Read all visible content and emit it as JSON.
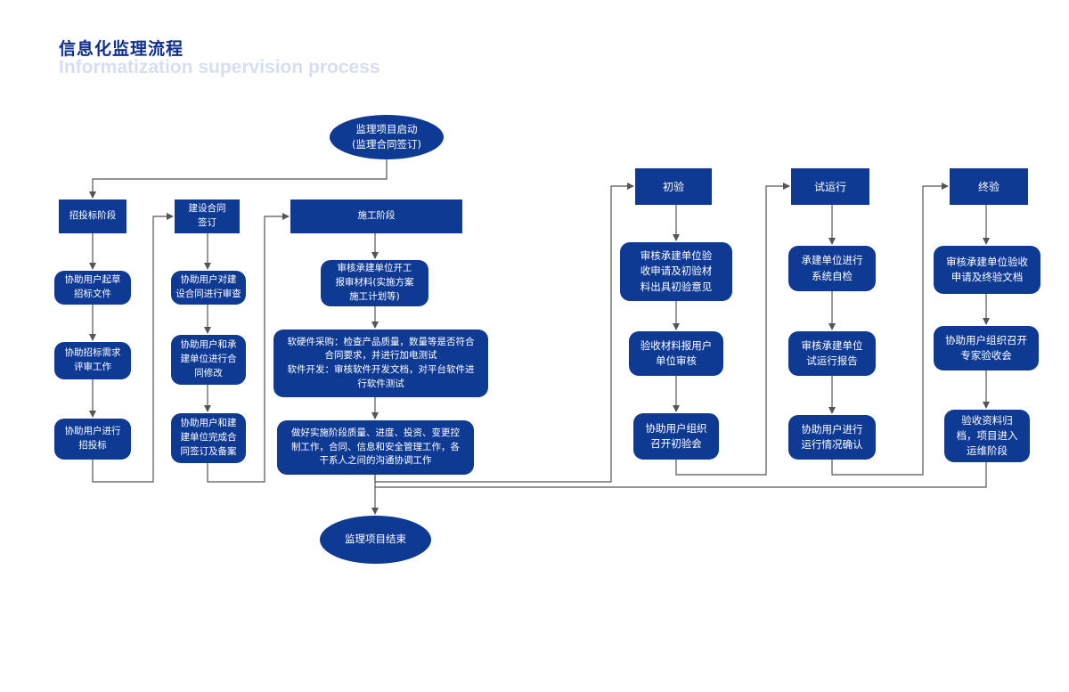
{
  "title": {
    "cn": "信息化监理流程",
    "en": "Informatization supervision process"
  },
  "colors": {
    "node": "#0e3a94",
    "line": "#555555",
    "title": "#0e2f8c",
    "subtitle": "#d6dff0"
  },
  "nodes": {
    "start": "监理项目启动\n(监理合同签订)",
    "end": "监理项目结束",
    "bidding": {
      "header": "招投标阶段",
      "steps": [
        "协助用户起草\n招标文件",
        "协助招标需求\n评审工作",
        "协助用户进行\n招投标"
      ]
    },
    "contract": {
      "header": "建设合同\n签订",
      "steps": [
        "协助用户对建\n设合同进行审查",
        "协助用户和承\n建单位进行合\n同修改",
        "协助用户和建\n建单位完成合\n同签订及备案"
      ]
    },
    "construction": {
      "header": "施工阶段",
      "steps": [
        "审核承建单位开工\n报审材料(实施方案\n施工计划等)",
        "软硬件采购：检查产品质量，数量等是否符合\n合同要求，并进行加电测试\n软件开发：审核软件开发文档，对平台软件进\n行软件测试",
        "做好实施阶段质量、进度、投资、变更控\n制工作，合同、信息和安全管理工作，各\n干系人之间的沟通协调工作"
      ]
    },
    "initial": {
      "header": "初验",
      "steps": [
        "审核承建单位验\n收申请及初验材\n料出具初验意见",
        "验收材料报用户\n单位审核",
        "协助用户组织\n召开初验会"
      ]
    },
    "trial": {
      "header": "试运行",
      "steps": [
        "承建单位进行\n系统自检",
        "审核承建单位\n试运行报告",
        "协助用户进行\n运行情况确认"
      ]
    },
    "final": {
      "header": "终验",
      "steps": [
        "审核承建单位验收\n申请及终验文档",
        "协助用户组织召开\n专家验收会",
        "验收资料归\n档，项目进入\n运维阶段"
      ]
    }
  }
}
